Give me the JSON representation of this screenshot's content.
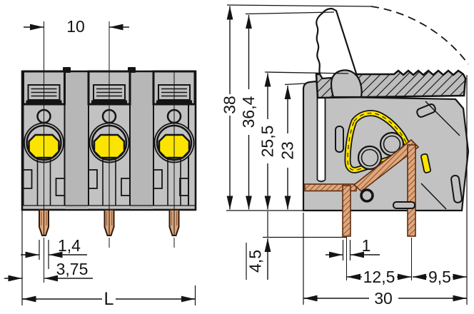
{
  "drawing": {
    "kind": "technical-dimension-drawing",
    "subject": "3-pole PCB terminal block with levers, front view and side section view",
    "units": "mm",
    "pole_count": 3,
    "colors": {
      "line": "#141414",
      "body_gray": "#c2c2c2",
      "divider_gray": "#b7b7b7",
      "hatch_gray": "#bdbdbd",
      "button_yellow": "#fbe400",
      "copper": "#dfa77c",
      "copper_dark": "#6e3315",
      "background": "#ffffff"
    },
    "views": {
      "front": {
        "name": "front view",
        "poles": 3
      },
      "side": {
        "name": "side section view with open lever swing arc"
      }
    },
    "dimensions": {
      "pitch": {
        "label": "10"
      },
      "pin_width": {
        "label": "1,4"
      },
      "pin_offset": {
        "label": "3,75"
      },
      "total_length": {
        "label": "L"
      },
      "height_open_lever": {
        "label": "38"
      },
      "height_open_lever_tip": {
        "label": "36,4"
      },
      "height_closed_lever": {
        "label": "25,5"
      },
      "height_body": {
        "label": "23"
      },
      "pin_length": {
        "label": "4,5"
      },
      "pin_thickness": {
        "label": "1"
      },
      "pin_spacing": {
        "label": "12,5"
      },
      "depth_front": {
        "label": "30"
      },
      "depth_rear": {
        "label": "9,5"
      }
    }
  }
}
